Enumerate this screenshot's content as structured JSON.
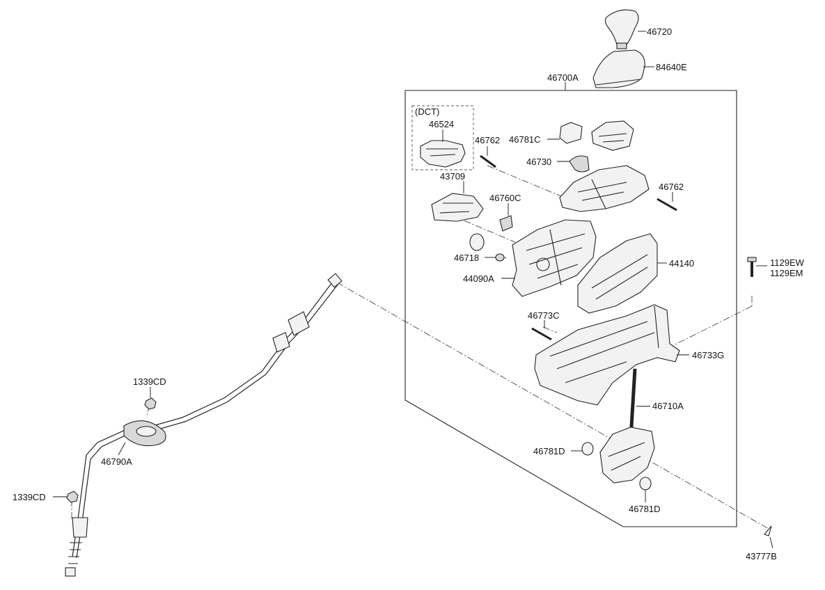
{
  "diagram": {
    "labels": {
      "p46720": "46720",
      "p84640E": "84640E",
      "p46700A": "46700A",
      "dct": "(DCT)",
      "p46524": "46524",
      "p46781C": "46781C",
      "p46762a": "46762",
      "p46730": "46730",
      "p46762b": "46762",
      "p43709": "43709",
      "p46760C": "46760C",
      "p46718": "46718",
      "p44090A": "44090A",
      "p44140": "44140",
      "p1129EW": "1129EW",
      "p1129EM": "1129EM",
      "p46773C": "46773C",
      "p46733G": "46733G",
      "p46710A": "46710A",
      "p46781Da": "46781D",
      "p46781Db": "46781D",
      "p43777B": "43777B",
      "p1339CDa": "1339CD",
      "p46790A": "46790A",
      "p1339CDb": "1339CD"
    }
  }
}
